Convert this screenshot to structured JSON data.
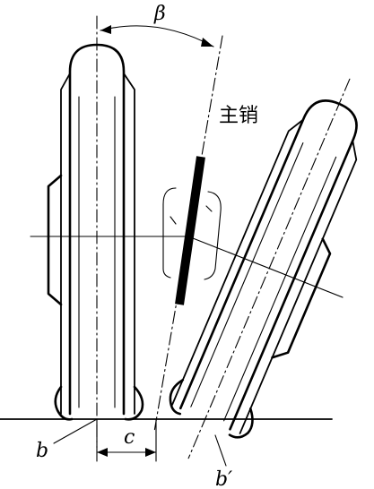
{
  "labels": {
    "beta": "β",
    "kingpin": "主销",
    "b": "b",
    "c": "c",
    "b_prime": "b′"
  }
}
